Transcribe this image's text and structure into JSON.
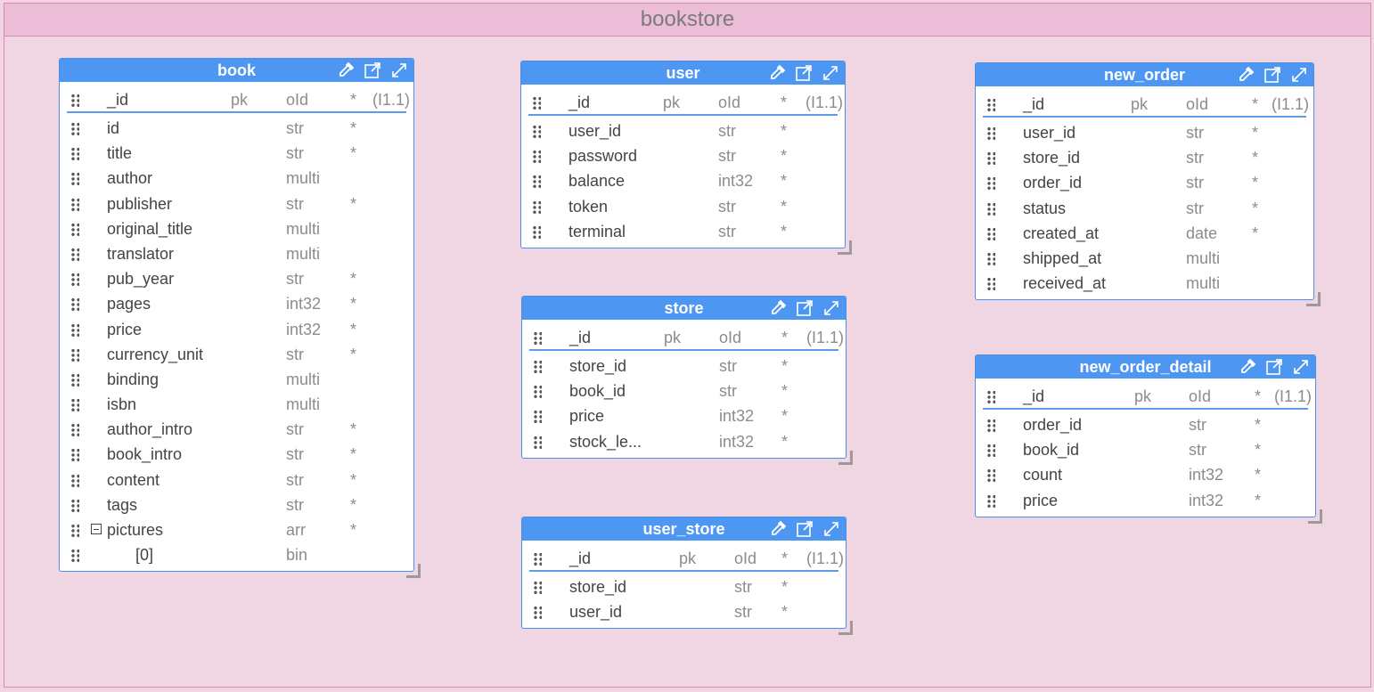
{
  "diagram": {
    "title": "bookstore"
  },
  "icons": [
    "eyedropper-icon",
    "open-external-icon",
    "expand-icon"
  ],
  "colors": {
    "canvas_bg": "#f0d6e3",
    "canvas_header": "#ecbdd6",
    "entity_header": "#4d97f3",
    "entity_border": "#4d8ee7"
  },
  "entities": [
    {
      "name": "book",
      "fields": [
        {
          "name": "_id",
          "pk": "pk",
          "type": "oId",
          "req": "*",
          "card": "(I1.1)"
        },
        {
          "name": "id",
          "pk": "",
          "type": "str",
          "req": "*",
          "card": ""
        },
        {
          "name": "title",
          "pk": "",
          "type": "str",
          "req": "*",
          "card": ""
        },
        {
          "name": "author",
          "pk": "",
          "type": "multi",
          "req": "",
          "card": ""
        },
        {
          "name": "publisher",
          "pk": "",
          "type": "str",
          "req": "*",
          "card": ""
        },
        {
          "name": "original_title",
          "pk": "",
          "type": "multi",
          "req": "",
          "card": ""
        },
        {
          "name": "translator",
          "pk": "",
          "type": "multi",
          "req": "",
          "card": ""
        },
        {
          "name": "pub_year",
          "pk": "",
          "type": "str",
          "req": "*",
          "card": ""
        },
        {
          "name": "pages",
          "pk": "",
          "type": "int32",
          "req": "*",
          "card": ""
        },
        {
          "name": "price",
          "pk": "",
          "type": "int32",
          "req": "*",
          "card": ""
        },
        {
          "name": "currency_unit",
          "pk": "",
          "type": "str",
          "req": "*",
          "card": ""
        },
        {
          "name": "binding",
          "pk": "",
          "type": "multi",
          "req": "",
          "card": ""
        },
        {
          "name": "isbn",
          "pk": "",
          "type": "multi",
          "req": "",
          "card": ""
        },
        {
          "name": "author_intro",
          "pk": "",
          "type": "str",
          "req": "*",
          "card": ""
        },
        {
          "name": "book_intro",
          "pk": "",
          "type": "str",
          "req": "*",
          "card": ""
        },
        {
          "name": "content",
          "pk": "",
          "type": "str",
          "req": "*",
          "card": ""
        },
        {
          "name": "tags",
          "pk": "",
          "type": "str",
          "req": "*",
          "card": ""
        },
        {
          "name": "pictures",
          "pk": "",
          "type": "arr",
          "req": "*",
          "card": "",
          "collapse": true
        },
        {
          "name": "[0]",
          "pk": "",
          "type": "bin",
          "req": "",
          "card": "",
          "indent": true
        }
      ]
    },
    {
      "name": "user",
      "fields": [
        {
          "name": "_id",
          "pk": "pk",
          "type": "oId",
          "req": "*",
          "card": "(I1.1)"
        },
        {
          "name": "user_id",
          "pk": "",
          "type": "str",
          "req": "*",
          "card": ""
        },
        {
          "name": "password",
          "pk": "",
          "type": "str",
          "req": "*",
          "card": ""
        },
        {
          "name": "balance",
          "pk": "",
          "type": "int32",
          "req": "*",
          "card": ""
        },
        {
          "name": "token",
          "pk": "",
          "type": "str",
          "req": "*",
          "card": ""
        },
        {
          "name": "terminal",
          "pk": "",
          "type": "str",
          "req": "*",
          "card": ""
        }
      ]
    },
    {
      "name": "store",
      "fields": [
        {
          "name": "_id",
          "pk": "pk",
          "type": "oId",
          "req": "*",
          "card": "(I1.1)"
        },
        {
          "name": "store_id",
          "pk": "",
          "type": "str",
          "req": "*",
          "card": ""
        },
        {
          "name": "book_id",
          "pk": "",
          "type": "str",
          "req": "*",
          "card": ""
        },
        {
          "name": "price",
          "pk": "",
          "type": "int32",
          "req": "*",
          "card": ""
        },
        {
          "name": "stock_le...",
          "pk": "",
          "type": "int32",
          "req": "*",
          "card": ""
        }
      ]
    },
    {
      "name": "user_store",
      "fields": [
        {
          "name": "_id",
          "pk": "pk",
          "type": "oId",
          "req": "*",
          "card": "(I1.1)"
        },
        {
          "name": "store_id",
          "pk": "",
          "type": "str",
          "req": "*",
          "card": ""
        },
        {
          "name": "user_id",
          "pk": "",
          "type": "str",
          "req": "*",
          "card": ""
        }
      ]
    },
    {
      "name": "new_order",
      "fields": [
        {
          "name": "_id",
          "pk": "pk",
          "type": "oId",
          "req": "*",
          "card": "(I1.1)"
        },
        {
          "name": "user_id",
          "pk": "",
          "type": "str",
          "req": "*",
          "card": ""
        },
        {
          "name": "store_id",
          "pk": "",
          "type": "str",
          "req": "*",
          "card": ""
        },
        {
          "name": "order_id",
          "pk": "",
          "type": "str",
          "req": "*",
          "card": ""
        },
        {
          "name": "status",
          "pk": "",
          "type": "str",
          "req": "*",
          "card": ""
        },
        {
          "name": "created_at",
          "pk": "",
          "type": "date",
          "req": "*",
          "card": ""
        },
        {
          "name": "shipped_at",
          "pk": "",
          "type": "multi",
          "req": "",
          "card": ""
        },
        {
          "name": "received_at",
          "pk": "",
          "type": "multi",
          "req": "",
          "card": ""
        }
      ]
    },
    {
      "name": "new_order_detail",
      "fields": [
        {
          "name": "_id",
          "pk": "pk",
          "type": "oId",
          "req": "*",
          "card": "(I1.1)"
        },
        {
          "name": "order_id",
          "pk": "",
          "type": "str",
          "req": "*",
          "card": ""
        },
        {
          "name": "book_id",
          "pk": "",
          "type": "str",
          "req": "*",
          "card": ""
        },
        {
          "name": "count",
          "pk": "",
          "type": "int32",
          "req": "*",
          "card": ""
        },
        {
          "name": "price",
          "pk": "",
          "type": "int32",
          "req": "*",
          "card": ""
        }
      ]
    }
  ]
}
